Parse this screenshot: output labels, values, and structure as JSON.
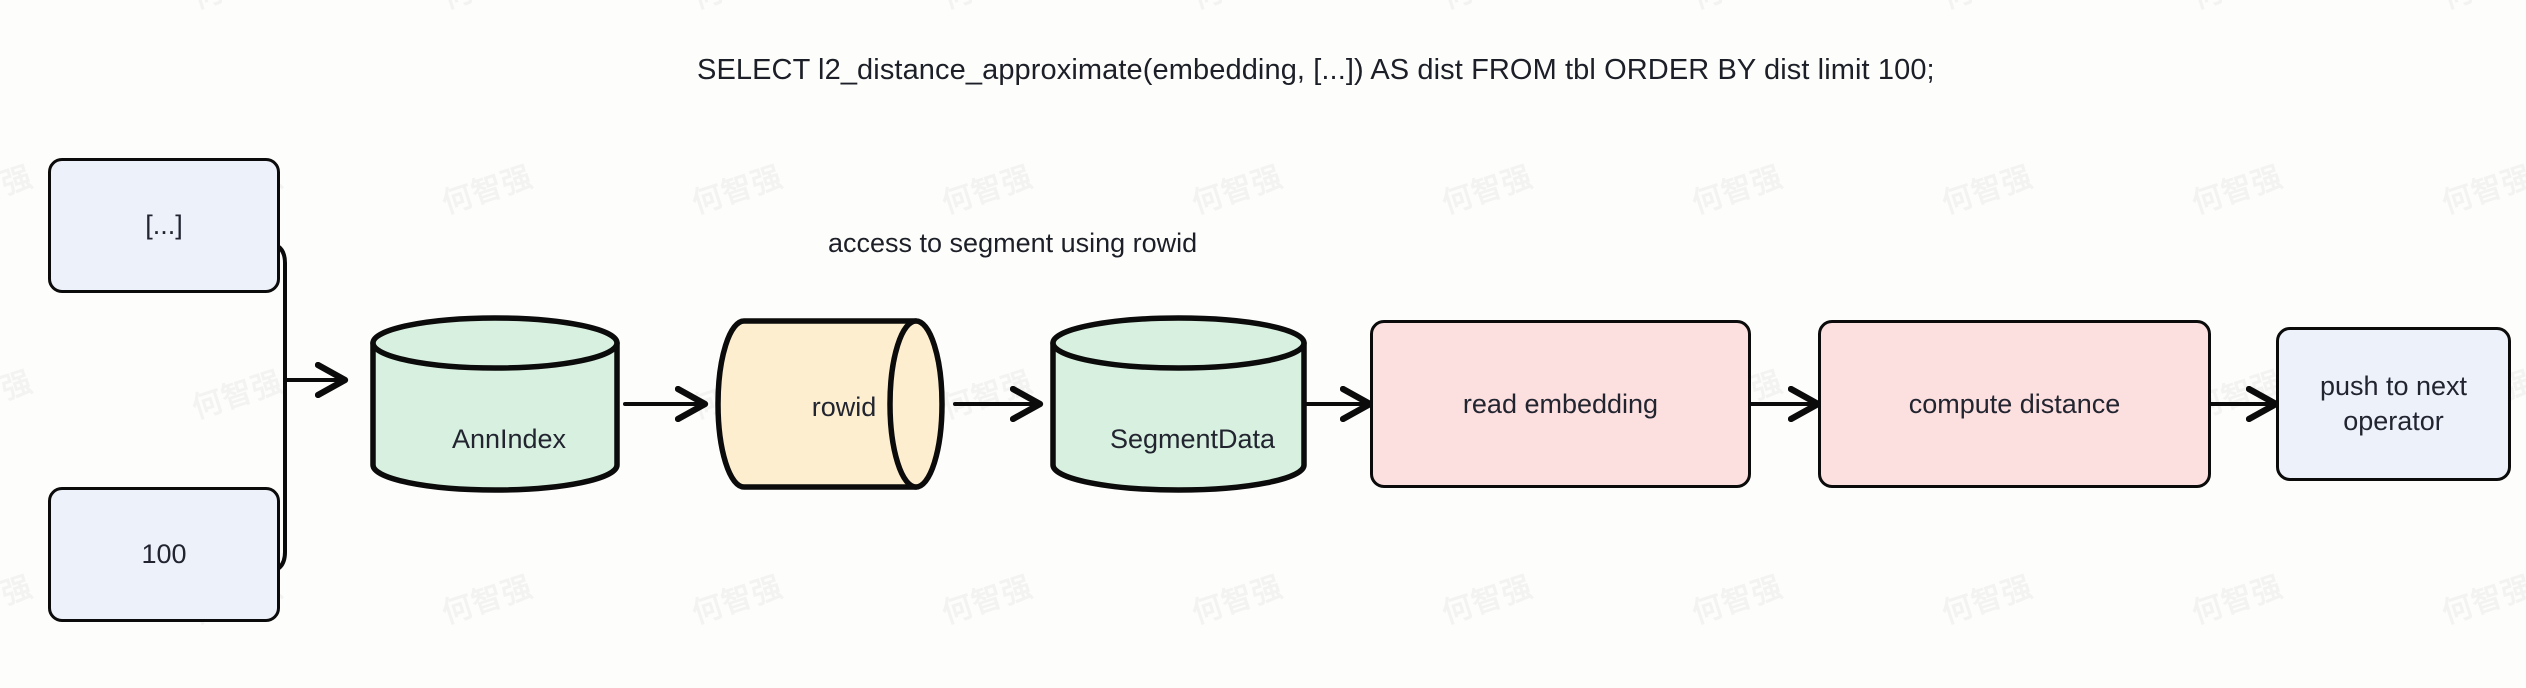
{
  "diagram": {
    "title": "SELECT l2_distance_approximate(embedding, [...]) AS dist FROM tbl  ORDER BY dist limit 100;",
    "edge_note": "access to segment using rowid",
    "watermark_text": "何智强",
    "background_color": "#fdfdfb",
    "stroke_color": "#0b0b0b",
    "text_color": "#222530",
    "palette": {
      "lavender": "#edf1fa",
      "mint": "#d8f0e0",
      "cream": "#fdeecf",
      "pink": "#fcdfdf"
    },
    "nodes": [
      {
        "id": "input-vector",
        "label": "[...]",
        "shape": "rounded-rect",
        "fill": "#edf1fa"
      },
      {
        "id": "input-limit",
        "label": "100",
        "shape": "rounded-rect",
        "fill": "#edf1fa"
      },
      {
        "id": "ann-index",
        "label": "AnnIndex",
        "shape": "cylinder-vertical",
        "fill": "#d8f0e0"
      },
      {
        "id": "rowid",
        "label": "rowid",
        "shape": "cylinder-horizontal",
        "fill": "#fdeecf"
      },
      {
        "id": "segment-data",
        "label": "SegmentData",
        "shape": "cylinder-vertical",
        "fill": "#d8f0e0"
      },
      {
        "id": "read-embedding",
        "label": "read embedding",
        "shape": "rounded-rect",
        "fill": "#fcdfdf"
      },
      {
        "id": "compute-distance",
        "label": "compute distance",
        "shape": "rounded-rect",
        "fill": "#fcdfdf"
      },
      {
        "id": "push-next-operator",
        "label": "push to next\noperator",
        "label_line1": "push to next",
        "label_line2": "operator",
        "shape": "rounded-rect",
        "fill": "#edf1fa"
      }
    ],
    "edges": [
      {
        "from": "input-vector",
        "to": "ann-index",
        "label": ""
      },
      {
        "from": "input-limit",
        "to": "ann-index",
        "label": ""
      },
      {
        "from": "ann-index",
        "to": "rowid",
        "label": ""
      },
      {
        "from": "rowid",
        "to": "segment-data",
        "label": "access to segment using rowid"
      },
      {
        "from": "segment-data",
        "to": "read-embedding",
        "label": ""
      },
      {
        "from": "read-embedding",
        "to": "compute-distance",
        "label": ""
      },
      {
        "from": "compute-distance",
        "to": "push-next-operator",
        "label": ""
      }
    ]
  }
}
